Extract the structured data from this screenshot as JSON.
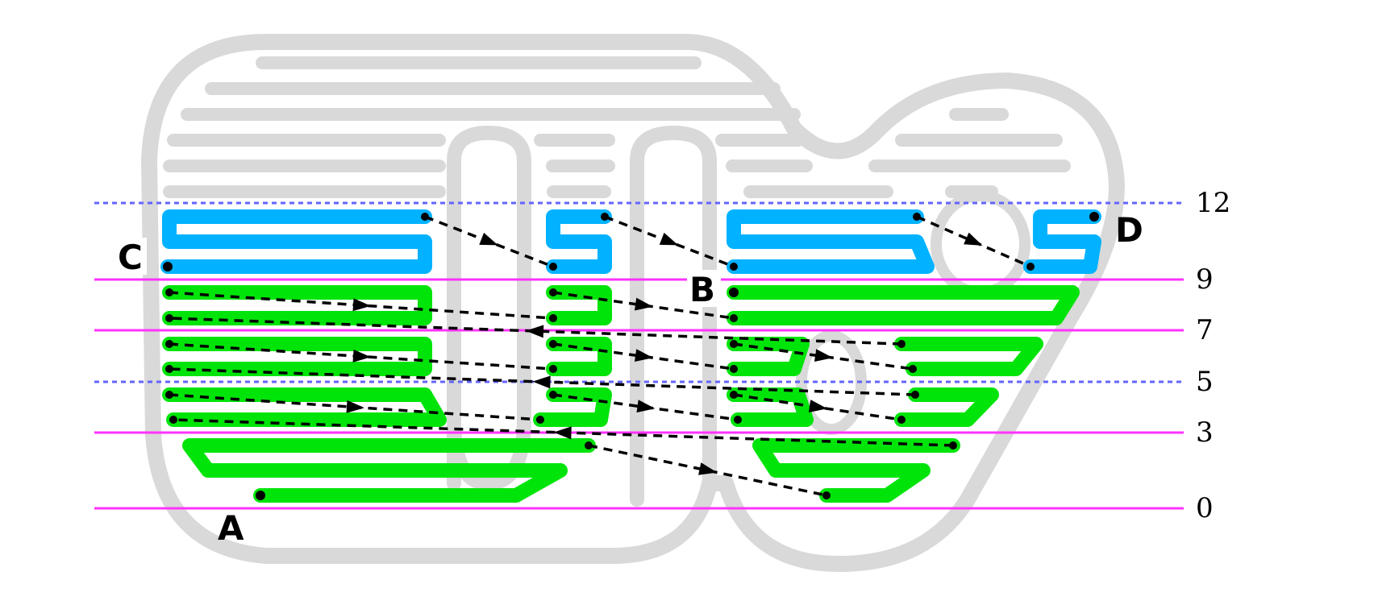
{
  "labels": {
    "a": "A",
    "b": "B",
    "c": "C",
    "d": "D"
  },
  "levels": [
    "12",
    "9",
    "7",
    "5",
    "3",
    "0"
  ],
  "colors": {
    "outline": "#d9d9d9",
    "first_pass": "#00b2ff",
    "second_pass": "#00e40a",
    "level_solid": "#ff33ff",
    "level_dotted": "#6464ff",
    "travel": "#000000"
  }
}
